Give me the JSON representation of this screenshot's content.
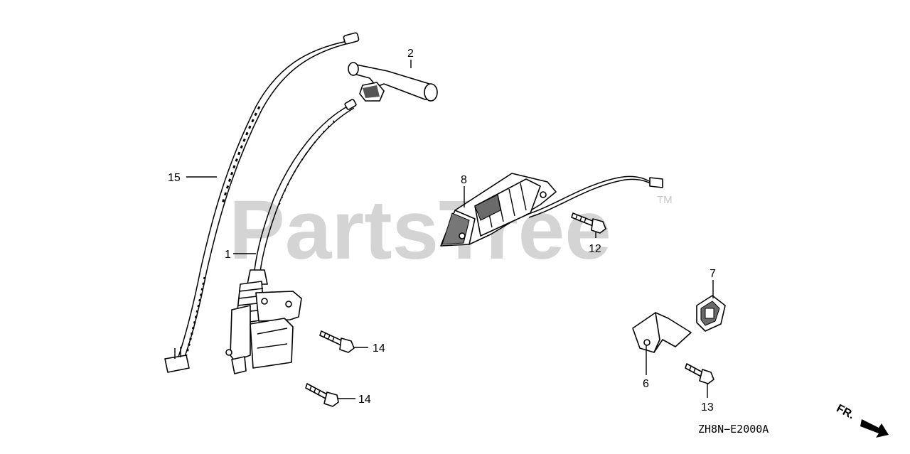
{
  "watermark": {
    "text": "PartsTree",
    "trademark": "TM"
  },
  "diagram_code": "ZH8N−E2000A",
  "direction_label": "FR.",
  "callouts": {
    "c1": "1",
    "c2": "2",
    "c6": "6",
    "c7": "7",
    "c8": "8",
    "c12": "12",
    "c13": "13",
    "c14a": "14",
    "c14b": "14",
    "c15": "15"
  }
}
